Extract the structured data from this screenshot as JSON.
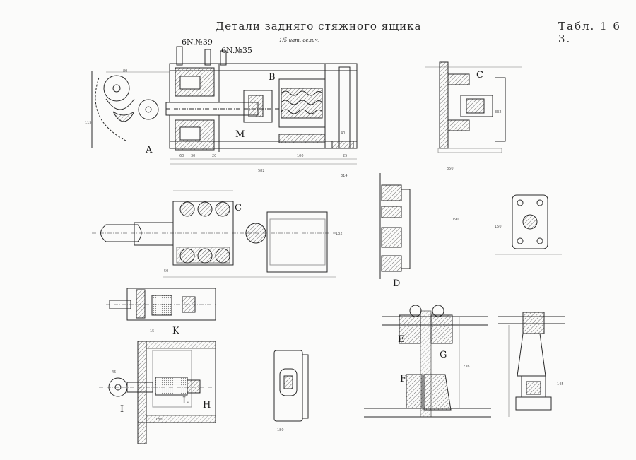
{
  "header": {
    "title": "Детали задняго стяжного ящика",
    "subtitle": "1/5 нат. велич.",
    "table_number": "Табл. 1 6 3."
  },
  "callouts": {
    "bolt_top_1": "6N.№39",
    "bolt_top_2": "6N.№35",
    "A": "A",
    "B": "B",
    "C_top": "C",
    "C_mid": "C",
    "D": "D",
    "E": "E",
    "F": "F",
    "G": "G",
    "H": "H",
    "I": "I",
    "K": "K",
    "L": "L",
    "M": "M"
  },
  "dimensions": {
    "main_length": "582",
    "main_height": "115",
    "v_350": "350",
    "v_190": "190",
    "v_132": "132",
    "v_314": "314",
    "v_332": "332",
    "v_150": "150",
    "v_180": "180",
    "v_236": "236",
    "v_145": "145",
    "d_180": "180",
    "d_100": "100",
    "d_60": "60",
    "d_50": "50",
    "d_20": "20",
    "d_40": "40",
    "d_30": "30",
    "d_25": "25",
    "d_80": "80",
    "d_45": "45",
    "d_15": "15"
  },
  "colors": {
    "ink": "#2a2a2a",
    "hatch": "#6b6b6b",
    "paper": "#fbfbfa",
    "faint": "#9a9a9a"
  }
}
